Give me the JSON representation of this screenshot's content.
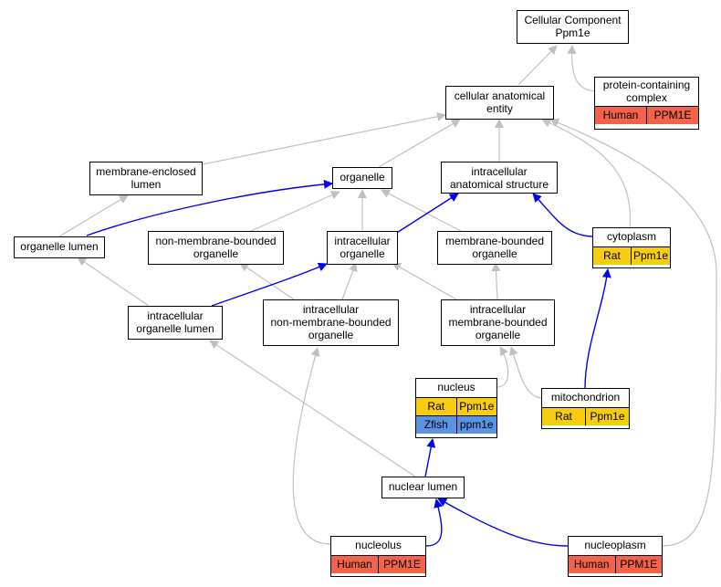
{
  "title_node": {
    "line1": "Cellular Component",
    "line2": "Ppm1e"
  },
  "nodes": {
    "cellular_anatomical_entity": {
      "line1": "cellular anatomical",
      "line2": "entity"
    },
    "protein_containing_complex": {
      "line1": "protein-containing",
      "line2": "complex",
      "rows": [
        [
          "Human",
          "PPM1E"
        ]
      ]
    },
    "membrane_enclosed_lumen": {
      "line1": "membrane-enclosed",
      "line2": "lumen"
    },
    "organelle": {
      "line1": "organelle"
    },
    "intracellular_anatomical_structure": {
      "line1": "intracellular",
      "line2": "anatomical structure"
    },
    "organelle_lumen": {
      "line1": "organelle lumen"
    },
    "non_membrane_bounded_organelle": {
      "line1": "non-membrane-bounded",
      "line2": "organelle"
    },
    "intracellular_organelle": {
      "line1": "intracellular",
      "line2": "organelle"
    },
    "membrane_bounded_organelle": {
      "line1": "membrane-bounded",
      "line2": "organelle"
    },
    "cytoplasm": {
      "line1": "cytoplasm",
      "rows": [
        [
          "Rat",
          "Ppm1e"
        ]
      ]
    },
    "intracellular_organelle_lumen": {
      "line1": "intracellular",
      "line2": "organelle lumen"
    },
    "intracellular_non_membrane_bounded_organelle": {
      "line1": "intracellular",
      "line2": "non-membrane-bounded",
      "line3": "organelle"
    },
    "intracellular_membrane_bounded_organelle": {
      "line1": "intracellular",
      "line2": "membrane-bounded",
      "line3": "organelle"
    },
    "nucleus": {
      "line1": "nucleus",
      "rows": [
        [
          "Rat",
          "Ppm1e"
        ],
        [
          "Zfish",
          "ppm1e"
        ]
      ]
    },
    "mitochondrion": {
      "line1": "mitochondrion",
      "rows": [
        [
          "Rat",
          "Ppm1e"
        ]
      ]
    },
    "nuclear_lumen": {
      "line1": "nuclear lumen"
    },
    "nucleolus": {
      "line1": "nucleolus",
      "rows": [
        [
          "Human",
          "PPM1E"
        ]
      ]
    },
    "nucleoplasm": {
      "line1": "nucleoplasm",
      "rows": [
        [
          "Human",
          "PPM1E"
        ]
      ]
    }
  },
  "colors": {
    "human": "#f4624a",
    "rat": "#f8cc10",
    "zfish": "#5a92e6",
    "edge_is_a": "#c0c0c0",
    "edge_part_of": "#0000ee"
  }
}
